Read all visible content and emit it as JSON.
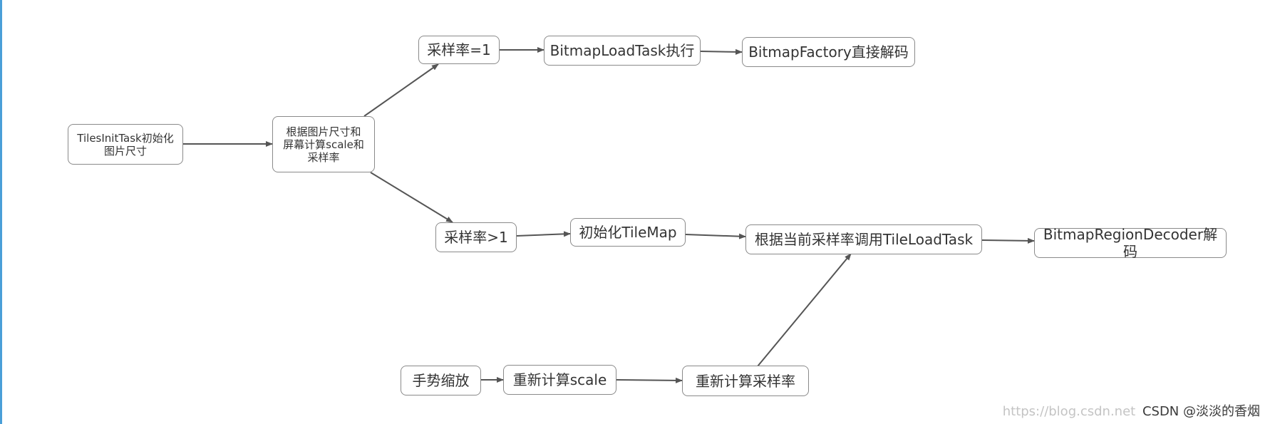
{
  "nodes": {
    "tiles_init": "TilesInitTask初始化\n图片尺寸",
    "calc_scale": "根据图片尺寸和\n屏幕计算scale和\n采样率",
    "sample_eq1": "采样率=1",
    "bitmap_load_task": "BitmapLoadTask执行",
    "bitmap_factory": "BitmapFactory直接解码",
    "sample_gt1": "采样率>1",
    "init_tilemap": "初始化TileMap",
    "tile_load_task": "根据当前采样率调用TileLoadTask",
    "region_decoder": "BitmapRegionDecoder解码",
    "gesture_zoom": "手势缩放",
    "recalc_scale": "重新计算scale",
    "recalc_sample": "重新计算采样率"
  },
  "watermark": {
    "url": "https://blog.csdn.net",
    "author": "CSDN @淡淡的香烟"
  },
  "colors": {
    "edge": "#555555",
    "border": "#8a8a8a",
    "text": "#333333"
  }
}
